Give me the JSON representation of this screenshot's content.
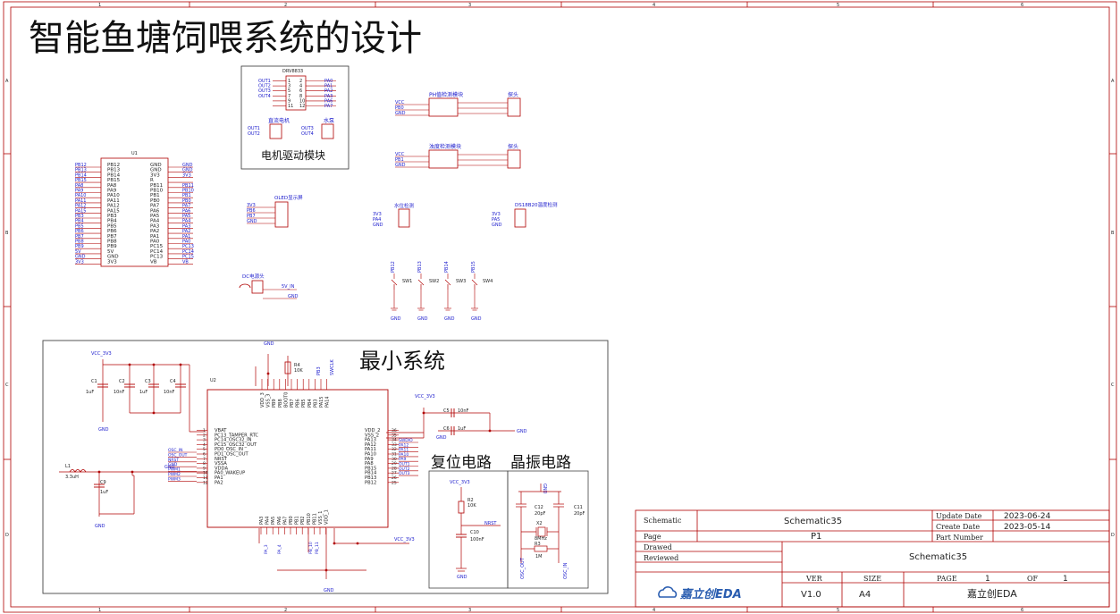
{
  "title": "智能鱼塘饲喂系统的设计",
  "frame": {
    "col_labels": [
      "1",
      "2",
      "3",
      "4",
      "5",
      "6"
    ],
    "row_labels": [
      "A",
      "B",
      "C",
      "D"
    ]
  },
  "drv": {
    "ref": "DRV8833",
    "left_nets": [
      "OUT1",
      "OUT2",
      "OUT3",
      "OUT4"
    ],
    "right_nets": [
      "PA0",
      "PA1",
      "PA2",
      "PA3",
      "PA6",
      "PA7"
    ],
    "pins_left": [
      "1",
      "3",
      "5",
      "7",
      "9",
      "11"
    ],
    "pins_right": [
      "2",
      "4",
      "6",
      "8",
      "10",
      "12"
    ],
    "motor1_label": "直流电机",
    "motor1_nets": [
      "OUT1",
      "OUT2"
    ],
    "motor2_label": "水泵",
    "motor2_nets": [
      "OUT3",
      "OUT4"
    ],
    "box_label": "电机驱动模块"
  },
  "ph": {
    "label": "PH值检测模块",
    "nets": [
      "VCC",
      "PB0",
      "GND"
    ],
    "conn_label": "探头"
  },
  "turb": {
    "label": "浊度检测模块",
    "nets": [
      "VCC",
      "PB1",
      "GND"
    ],
    "conn_label": "探头"
  },
  "mcu": {
    "ref": "U1",
    "left_nets": [
      "PB12",
      "PB13",
      "PB14",
      "PB15",
      "PA8",
      "PA9",
      "PA10",
      "PA11",
      "PA12",
      "PA15",
      "PB3",
      "PB4",
      "PB5",
      "PB6",
      "PB7",
      "PB8",
      "PB9",
      "5V",
      "GND",
      "3V3"
    ],
    "left_pins": [
      "PB12",
      "PB13",
      "PB14",
      "PB15",
      "PA8",
      "PA9",
      "PA10",
      "PA11",
      "PA12",
      "PA15",
      "PB3",
      "PB4",
      "PB5",
      "PB6",
      "PB7",
      "PB8",
      "PB9",
      "5V",
      "GND",
      "3V3"
    ],
    "right_pins": [
      "GND",
      "GND",
      "3V3",
      "R",
      "PB11",
      "PB10",
      "PB1",
      "PB0",
      "PA7",
      "PA6",
      "PA5",
      "PA4",
      "PA3",
      "PA2",
      "PA1",
      "PA0",
      "PC15",
      "PC14",
      "PC13",
      "VB"
    ],
    "right_nets": [
      "GND",
      "GND",
      "3V3",
      "",
      "PB11",
      "PB10",
      "PB1",
      "PB0",
      "PA7",
      "PA6",
      "PA5",
      "PA4",
      "PA3",
      "PA2",
      "PA1",
      "PA0",
      "PC13",
      "PC14",
      "PC15",
      "VB"
    ]
  },
  "oled": {
    "label": "OLED显示屏",
    "nets": [
      "3V3",
      "PB6",
      "PB7",
      "GND"
    ]
  },
  "level": {
    "label": "水位检测",
    "nets": [
      "3V3",
      "PA4",
      "GND"
    ]
  },
  "ds18": {
    "label": "DS18B20温度检测",
    "nets": [
      "3V3",
      "PA5",
      "GND"
    ]
  },
  "dc": {
    "label": "DC电源头",
    "net1": "5V_IN",
    "net2": "GND"
  },
  "switches": [
    {
      "net": "PB12",
      "ref": "SW1",
      "gnd": "GND"
    },
    {
      "net": "PB13",
      "ref": "SW2",
      "gnd": "GND"
    },
    {
      "net": "PB14",
      "ref": "SW3",
      "gnd": "GND"
    },
    {
      "net": "PB15",
      "ref": "SW4",
      "gnd": "GND"
    }
  ],
  "min": {
    "title": "最小系统",
    "vcc": "VCC_3V3",
    "caps": [
      {
        "ref": "C1",
        "val": "1uF"
      },
      {
        "ref": "C2",
        "val": "10nF"
      },
      {
        "ref": "C3",
        "val": "1uF"
      },
      {
        "ref": "C4",
        "val": "10nF"
      }
    ],
    "gnd": "GND",
    "u2_ref": "U2",
    "left_pins": [
      "VBAT",
      "PC13_TAMPER_RTC",
      "PC14_OSC32_IN",
      "PC15_OSC32_OUT",
      "PD0_OSC_IN",
      "PD1_OSC_OUT",
      "NRST",
      "VSSA",
      "VDDA",
      "PA0_WAKEUP",
      "PA1",
      "PA2"
    ],
    "left_nums": [
      "1",
      "2",
      "3",
      "4",
      "5",
      "6",
      "7",
      "8",
      "9",
      "10",
      "11",
      "12"
    ],
    "left_nets": [
      "OSC_IN",
      "OSC_OUT",
      "NRST",
      "GND",
      "PWM1",
      "PWM2",
      "PWM3"
    ],
    "right_pins": [
      "VDD_2",
      "VSS_2",
      "PA13",
      "PA12",
      "PA11",
      "PA10",
      "PA9",
      "PA8",
      "PB15",
      "PB14",
      "PB13",
      "PB12"
    ],
    "right_nums": [
      "36",
      "35",
      "34",
      "33",
      "32",
      "31",
      "30",
      "29",
      "28",
      "27",
      "26",
      "25"
    ],
    "right_nets": [
      "SWDIO",
      "PA12",
      "PA11",
      "PA10",
      "PA9",
      "OUT1",
      "OUT2",
      "OUT3"
    ],
    "top_pins": [
      "VDD_3",
      "VSS_3",
      "PB9",
      "PB8",
      "BOOT0",
      "PB7",
      "PB6",
      "PB5",
      "PB4",
      "PB3",
      "PA15",
      "PA14"
    ],
    "bottom_pins": [
      "PA3",
      "PA4",
      "PA5",
      "PA6",
      "PA7",
      "PB0",
      "PB1",
      "PB2",
      "PB10",
      "PB11",
      "VSS_1",
      "VDD_1"
    ],
    "r4": {
      "ref": "R4",
      "val": "10K"
    },
    "top_nets": [
      "SWCLK",
      "PB3"
    ],
    "bottom_nets": [
      "PA_3",
      "PA_4",
      "PB_10",
      "PB_11"
    ],
    "l1": {
      "ref": "L1",
      "val": "3.3uH"
    },
    "c9": {
      "ref": "C9",
      "val": "1uF"
    },
    "c5": {
      "ref": "C5",
      "val": "10nF"
    },
    "c6": {
      "ref": "C6",
      "val": "1uF"
    },
    "vcc2": "VCC_3V3",
    "vcc3": "VCC_3V3"
  },
  "reset": {
    "title": "复位电路",
    "vcc": "VCC_3V3",
    "r2": {
      "ref": "R2",
      "val": "10K"
    },
    "net": "NRST",
    "c10": {
      "ref": "C10",
      "val": "100nF"
    },
    "gnd": "GND"
  },
  "osc": {
    "title": "晶振电路",
    "gnd": "GND",
    "c12": {
      "ref": "C12",
      "val": "20pF"
    },
    "c11": {
      "ref": "C11",
      "val": "20pF"
    },
    "x2": {
      "ref": "X2",
      "val": "8MHz"
    },
    "r3": {
      "ref": "R3",
      "val": "1M"
    },
    "nets": [
      "OSC_OUT",
      "OSC_IN"
    ]
  },
  "tb": {
    "schematic_lbl": "Schematic",
    "schematic_val": "Schematic35",
    "update_lbl": "Update Date",
    "update_val": "2023-06-24",
    "create_lbl": "Create Date",
    "create_val": "2023-05-14",
    "page_lbl": "Page",
    "page_val": "P1",
    "part_lbl": "Part Number",
    "drawed_lbl": "Drawed",
    "reviewed_lbl": "Reviewed",
    "reviewed_val": "Schematic35",
    "ver_lbl": "VER",
    "size_lbl": "SIZE",
    "pg_lbl": "PAGE",
    "pg_val": "1",
    "of_lbl": "OF",
    "of_val": "1",
    "logo": "嘉立创EDA",
    "ver_val": "V1.0",
    "size_val": "A4",
    "company": "嘉立创EDA"
  },
  "colors": {
    "line": "#b00000",
    "net": "#1a1acc",
    "frame": "#b00000",
    "logo": "#2a5db0"
  }
}
